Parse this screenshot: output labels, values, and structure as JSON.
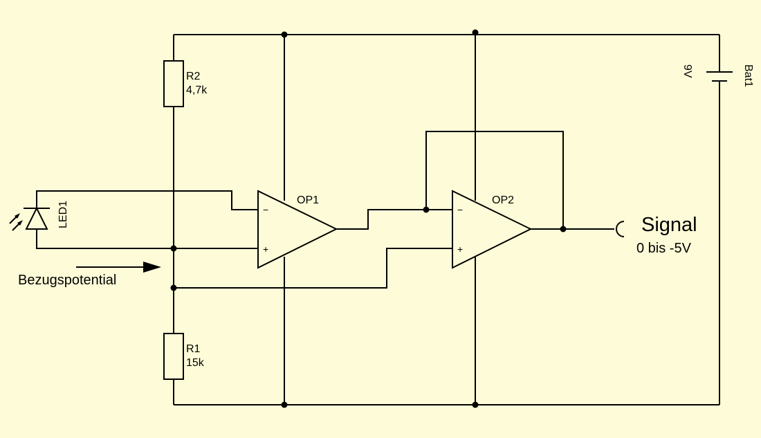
{
  "colors": {
    "background": "#fefcd8",
    "ink": "#000000"
  },
  "components": {
    "r2": {
      "name": "R2",
      "value": "4,7k"
    },
    "r1": {
      "name": "R1",
      "value": "15k"
    },
    "led1": {
      "name": "LED1"
    },
    "op1": {
      "name": "OP1",
      "inv": "−",
      "noninv": "+"
    },
    "op2": {
      "name": "OP2",
      "inv": "−",
      "noninv": "+"
    },
    "bat1": {
      "name": "Bat1",
      "value": "9V"
    }
  },
  "labels": {
    "reference": "Bezugspotential",
    "signal": "Signal",
    "signal_range": "0 bis -5V"
  }
}
